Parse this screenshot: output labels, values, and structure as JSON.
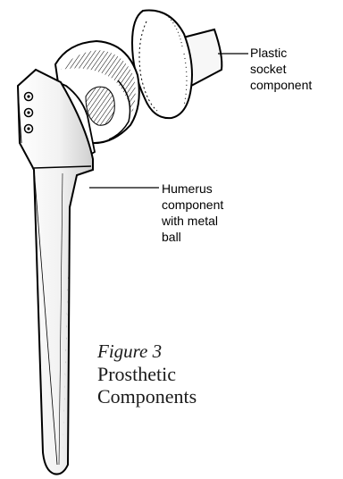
{
  "labels": {
    "socket": [
      "Plastic",
      "socket",
      "component"
    ],
    "humerus": [
      "Humerus",
      "component",
      "with metal",
      "ball"
    ]
  },
  "caption": {
    "figure_number": "Figure 3",
    "title_lines": [
      "Prosthetic",
      "Components"
    ]
  },
  "colors": {
    "ink": "#000000",
    "background": "#ffffff"
  }
}
